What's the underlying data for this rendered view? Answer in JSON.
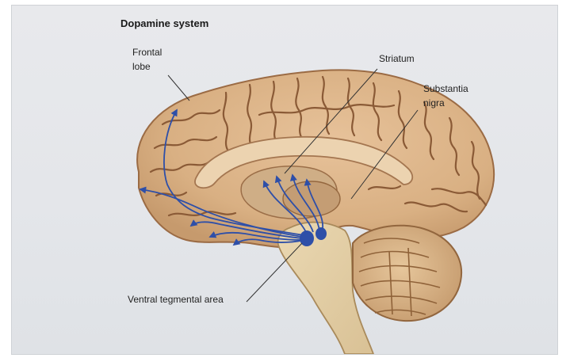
{
  "diagram": {
    "title": "Dopamine system",
    "labels": {
      "frontal_lobe_line1": "Frontal",
      "frontal_lobe_line2": "lobe",
      "striatum": "Striatum",
      "substantia_nigra_line1": "Substantia",
      "substantia_nigra_line2": "nigra",
      "ventral_tegmental_area": "Ventral tegmental area"
    },
    "colors": {
      "background": "#e6e8eb",
      "brain_tissue": "#dcb58d",
      "sulci": "#8a5a36",
      "cerebellum": "#d8b68e",
      "brainstem": "#e2d0a9",
      "pathway": "#2e4fa8",
      "leader_line": "#333333"
    }
  }
}
